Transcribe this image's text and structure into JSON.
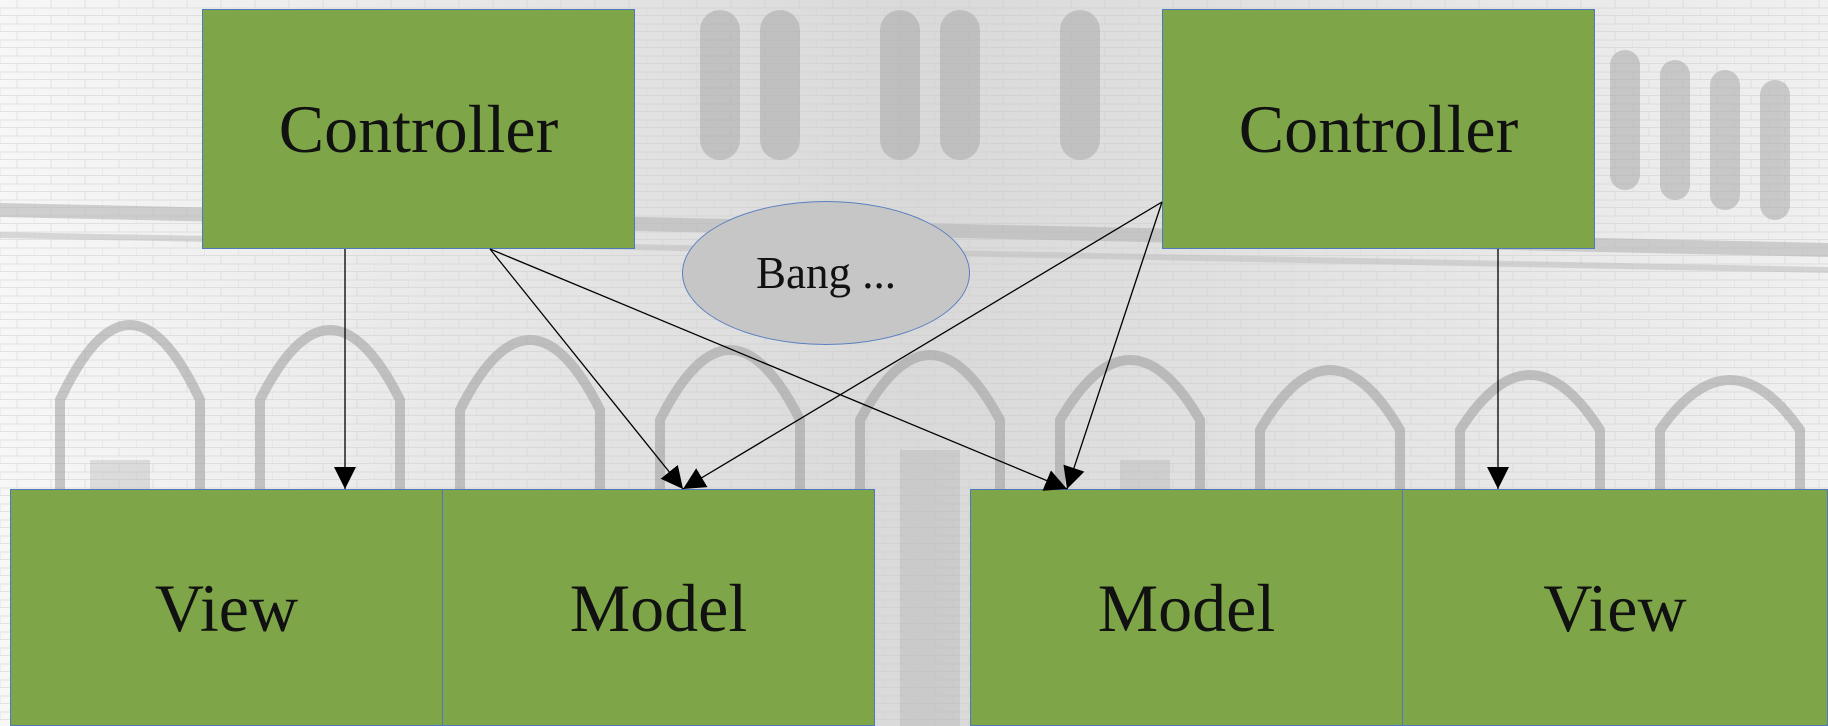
{
  "diagram": {
    "top_left": {
      "label": "Controller"
    },
    "top_right": {
      "label": "Controller"
    },
    "bubble": {
      "label": "Bang ..."
    },
    "bottom": [
      {
        "label": "View"
      },
      {
        "label": "Model"
      },
      {
        "label": "Model"
      },
      {
        "label": "View"
      }
    ]
  },
  "colors": {
    "box_fill": "#7ea648",
    "box_border": "#4f79b8",
    "bubble_fill": "#c6c6c6",
    "arrow": "#000000"
  },
  "background": {
    "description": "faded grayscale gothic building facade with arches"
  }
}
